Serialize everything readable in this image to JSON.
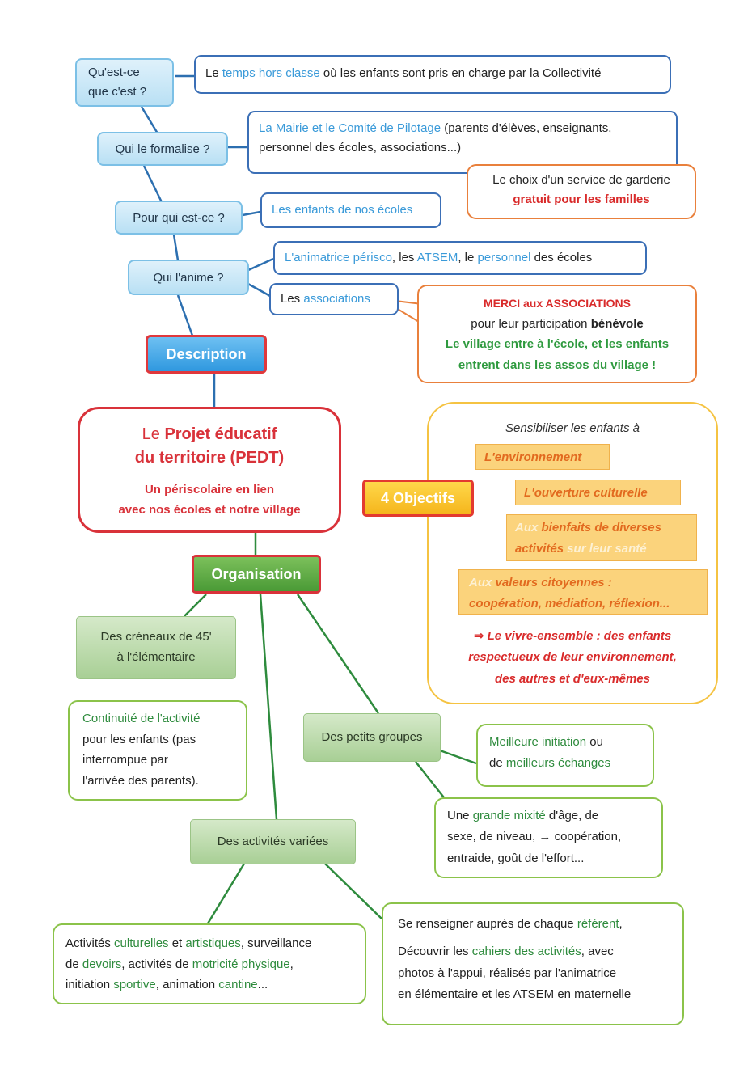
{
  "description_branch": {
    "questions": [
      "Qu'est-ce que c'est ?",
      "Qui le formalise ?",
      "Pour qui est-ce ?",
      "Qui l'anime ?"
    ],
    "answer1": {
      "pre": "Le ",
      "highlight": "temps hors classe",
      "post": " où les enfants sont pris en charge par la Collectivité"
    },
    "answer2": {
      "highlight": "La Mairie et le Comité de Pilotage",
      "post": " (parents d'élèves, enseignants, personnel des écoles, associations...)"
    },
    "answer2_callout": {
      "line1": "Le choix d'un service de garderie",
      "line2": "gratuit pour les familles"
    },
    "answer3": "Les enfants de nos écoles",
    "answer4": {
      "h1": "L'animatrice périsco",
      "t1": ", les ",
      "h2": "ATSEM",
      "t2": ", le ",
      "h3": "personnel",
      "t3": " des écoles"
    },
    "answer5": {
      "pre": "Les ",
      "highlight": "associations"
    },
    "thanks": {
      "line1": "MERCI aux ASSOCIATIONS",
      "line2_pre": "pour leur participation ",
      "line2_bold": "bénévole",
      "line3": "Le village entre à l'école, et les enfants",
      "line4": "entrent dans les assos du village !"
    },
    "button": "Description"
  },
  "center": {
    "title_pre": "Le ",
    "title_bold": "Projet éducatif",
    "title_line2": "du territoire (PEDT)",
    "subtitle_line1": "Un périscolaire en lien",
    "subtitle_line2": "avec nos écoles et notre village"
  },
  "objectives": {
    "button": "4 Objectifs",
    "intro": "Sensibiliser les enfants à",
    "items": [
      {
        "line1": "L'environnement"
      },
      {
        "line1": "L'ouverture culturelle"
      },
      {
        "pre1": "Aux ",
        "line1": "bienfaits de diverses",
        "line2": "activités",
        "post2": " sur leur santé"
      },
      {
        "pre1": "Aux ",
        "line1": "valeurs citoyennes :",
        "line2": "coopération, médiation, réflexion..."
      }
    ],
    "conclusion": {
      "arrow": "⇒",
      "line1": " Le vivre-ensemble : des enfants",
      "line2": "respectueux de leur environnement,",
      "line3": "des autres et d'eux-mêmes"
    }
  },
  "organisation": {
    "button": "Organisation",
    "creneaux": {
      "line1": "Des créneaux de 45'",
      "line2": "à l'élémentaire"
    },
    "continuite": {
      "green": "Continuité de l'activité",
      "line2": "pour les enfants (pas",
      "line3": "interrompue par",
      "line4": "l'arrivée des parents)."
    },
    "petits_groupes": "Des petits groupes",
    "initiation": {
      "g1": "Meilleure initiation",
      "t1": " ou",
      "t2": "de ",
      "g2": "meilleurs échanges"
    },
    "mixite": {
      "pre": "Une ",
      "g": "grande mixité",
      "post": " d'âge, de",
      "line2": "sexe, de niveau, → coopération,",
      "line3": "entraide, goût de l'effort..."
    },
    "activites_variees": "Des activités variées",
    "activites": {
      "t1": "Activités ",
      "g1": "culturelles",
      "t2": " et ",
      "g2": "artistiques",
      "t3": ", surveillance",
      "t4": "de ",
      "g3": "devoirs",
      "t5": ", activités de ",
      "g4": "motricité physique",
      "t6": ",",
      "t7": "initiation ",
      "g5": "sportive",
      "t8": ", animation ",
      "g6": "cantine",
      "t9": "..."
    },
    "referent": {
      "t1": "Se renseigner auprès de chaque ",
      "g1": "référent",
      "t2": ",",
      "t3": "Découvrir les ",
      "g2": "cahiers des activités",
      "t4": ", avec",
      "line3": "photos à l'appui, réalisés par l'animatrice",
      "line4": "en élémentaire et les ATSEM en maternelle"
    }
  },
  "colors": {
    "blue_text": "#3a9ad9",
    "red": "#d92b2b",
    "green": "#2e8b3d",
    "orange": "#e9803c",
    "yellow": "#f5c342"
  }
}
